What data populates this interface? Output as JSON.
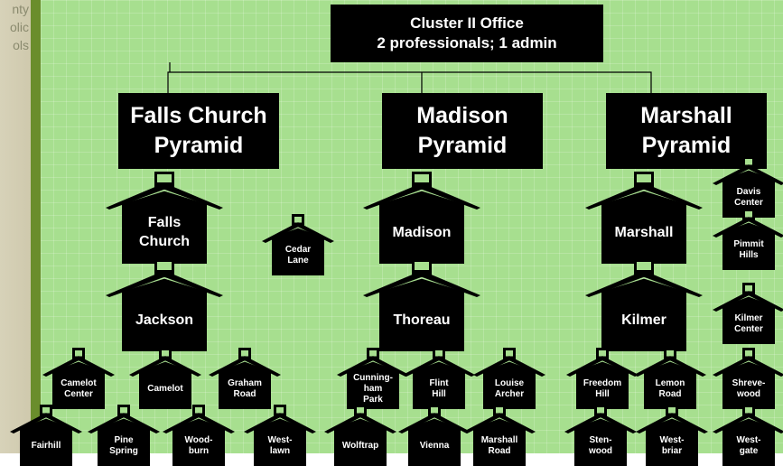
{
  "sidebar": {
    "text": "nty\nolic\nols"
  },
  "office": {
    "line1": "Cluster II Office",
    "line2": "2 professionals; 1 admin"
  },
  "pyramids": [
    {
      "line1": "Falls Church",
      "line2": "Pyramid"
    },
    {
      "line1": "Madison",
      "line2": "Pyramid"
    },
    {
      "line1": "Marshall",
      "line2": "Pyramid"
    }
  ],
  "schools": [
    {
      "name": "falls-church",
      "label": "Falls\nChurch"
    },
    {
      "name": "jackson",
      "label": "Jackson"
    },
    {
      "name": "cedar-lane",
      "label": "Cedar\nLane"
    },
    {
      "name": "madison",
      "label": "Madison"
    },
    {
      "name": "thoreau",
      "label": "Thoreau"
    },
    {
      "name": "marshall",
      "label": "Marshall"
    },
    {
      "name": "kilmer",
      "label": "Kilmer"
    },
    {
      "name": "davis-center",
      "label": "Davis\nCenter"
    },
    {
      "name": "pimmit-hills",
      "label": "Pimmit\nHills"
    },
    {
      "name": "kilmer-center",
      "label": "Kilmer\nCenter"
    },
    {
      "name": "camelot-center",
      "label": "Camelot\nCenter"
    },
    {
      "name": "camelot",
      "label": "Camelot"
    },
    {
      "name": "graham-road",
      "label": "Graham\nRoad"
    },
    {
      "name": "cunningham-park",
      "label": "Cunning-\nham\nPark"
    },
    {
      "name": "flint-hill",
      "label": "Flint\nHill"
    },
    {
      "name": "louise-archer",
      "label": "Louise\nArcher"
    },
    {
      "name": "freedom-hill",
      "label": "Freedom\nHill"
    },
    {
      "name": "lemon-road",
      "label": "Lemon\nRoad"
    },
    {
      "name": "shrevewood",
      "label": "Shreve-\nwood"
    },
    {
      "name": "fairhill",
      "label": "Fairhill"
    },
    {
      "name": "pine-spring",
      "label": "Pine\nSpring"
    },
    {
      "name": "woodburn",
      "label": "Wood-\nburn"
    },
    {
      "name": "westlawn",
      "label": "West-\nlawn"
    },
    {
      "name": "wolftrap",
      "label": "Wolftrap"
    },
    {
      "name": "vienna",
      "label": "Vienna"
    },
    {
      "name": "marshall-road",
      "label": "Marshall\nRoad"
    },
    {
      "name": "stenwood",
      "label": "Sten-\nwood"
    },
    {
      "name": "westbriar",
      "label": "West-\nbriar"
    },
    {
      "name": "westgate",
      "label": "West-\ngate"
    }
  ]
}
